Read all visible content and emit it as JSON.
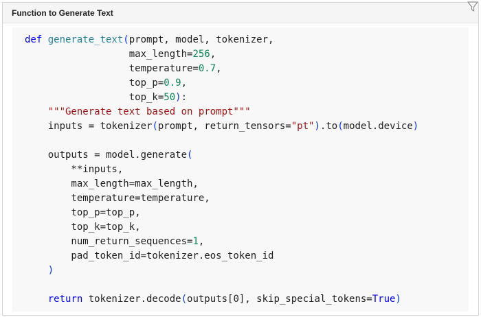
{
  "panel": {
    "title": "Function to Generate Text"
  },
  "icons": {
    "corner": "filter-icon"
  },
  "colors": {
    "keyword": "#0000ff",
    "function": "#267f99",
    "string": "#a31515",
    "number": "#098658",
    "bracket": "#0431fa",
    "text": "#1f1f1f"
  },
  "code": {
    "lines": [
      [
        {
          "t": "kw",
          "v": "def "
        },
        {
          "t": "fn",
          "v": "generate_text"
        },
        {
          "t": "paren",
          "v": "("
        },
        {
          "t": "plain",
          "v": "prompt, model, tokenizer,"
        }
      ],
      [
        {
          "t": "plain",
          "v": "                  max_length="
        },
        {
          "t": "num",
          "v": "256"
        },
        {
          "t": "plain",
          "v": ","
        }
      ],
      [
        {
          "t": "plain",
          "v": "                  temperature="
        },
        {
          "t": "num",
          "v": "0.7"
        },
        {
          "t": "plain",
          "v": ","
        }
      ],
      [
        {
          "t": "plain",
          "v": "                  top_p="
        },
        {
          "t": "num",
          "v": "0.9"
        },
        {
          "t": "plain",
          "v": ","
        }
      ],
      [
        {
          "t": "plain",
          "v": "                  top_k="
        },
        {
          "t": "num",
          "v": "50"
        },
        {
          "t": "paren",
          "v": ")"
        },
        {
          "t": "plain",
          "v": ":"
        }
      ],
      [
        {
          "t": "str",
          "v": "    \"\"\"Generate text based on prompt\"\"\""
        }
      ],
      [
        {
          "t": "plain",
          "v": "    inputs = tokenizer"
        },
        {
          "t": "paren",
          "v": "("
        },
        {
          "t": "plain",
          "v": "prompt, return_tensors="
        },
        {
          "t": "str",
          "v": "\"pt\""
        },
        {
          "t": "paren",
          "v": ")"
        },
        {
          "t": "plain",
          "v": ".to"
        },
        {
          "t": "paren",
          "v": "("
        },
        {
          "t": "plain",
          "v": "model.device"
        },
        {
          "t": "paren",
          "v": ")"
        }
      ],
      [],
      [
        {
          "t": "plain",
          "v": "    outputs = model.generate"
        },
        {
          "t": "paren",
          "v": "("
        }
      ],
      [
        {
          "t": "plain",
          "v": "        **inputs,"
        }
      ],
      [
        {
          "t": "plain",
          "v": "        max_length=max_length,"
        }
      ],
      [
        {
          "t": "plain",
          "v": "        temperature=temperature,"
        }
      ],
      [
        {
          "t": "plain",
          "v": "        top_p=top_p,"
        }
      ],
      [
        {
          "t": "plain",
          "v": "        top_k=top_k,"
        }
      ],
      [
        {
          "t": "plain",
          "v": "        num_return_sequences="
        },
        {
          "t": "num",
          "v": "1"
        },
        {
          "t": "plain",
          "v": ","
        }
      ],
      [
        {
          "t": "plain",
          "v": "        pad_token_id=tokenizer.eos_token_id"
        }
      ],
      [
        {
          "t": "paren",
          "v": "    )"
        }
      ],
      [],
      [
        {
          "t": "kw",
          "v": "    return "
        },
        {
          "t": "plain",
          "v": "tokenizer.decode"
        },
        {
          "t": "paren",
          "v": "("
        },
        {
          "t": "plain",
          "v": "outputs[0], skip_special_tokens="
        },
        {
          "t": "const",
          "v": "True"
        },
        {
          "t": "paren",
          "v": ")"
        }
      ]
    ]
  }
}
